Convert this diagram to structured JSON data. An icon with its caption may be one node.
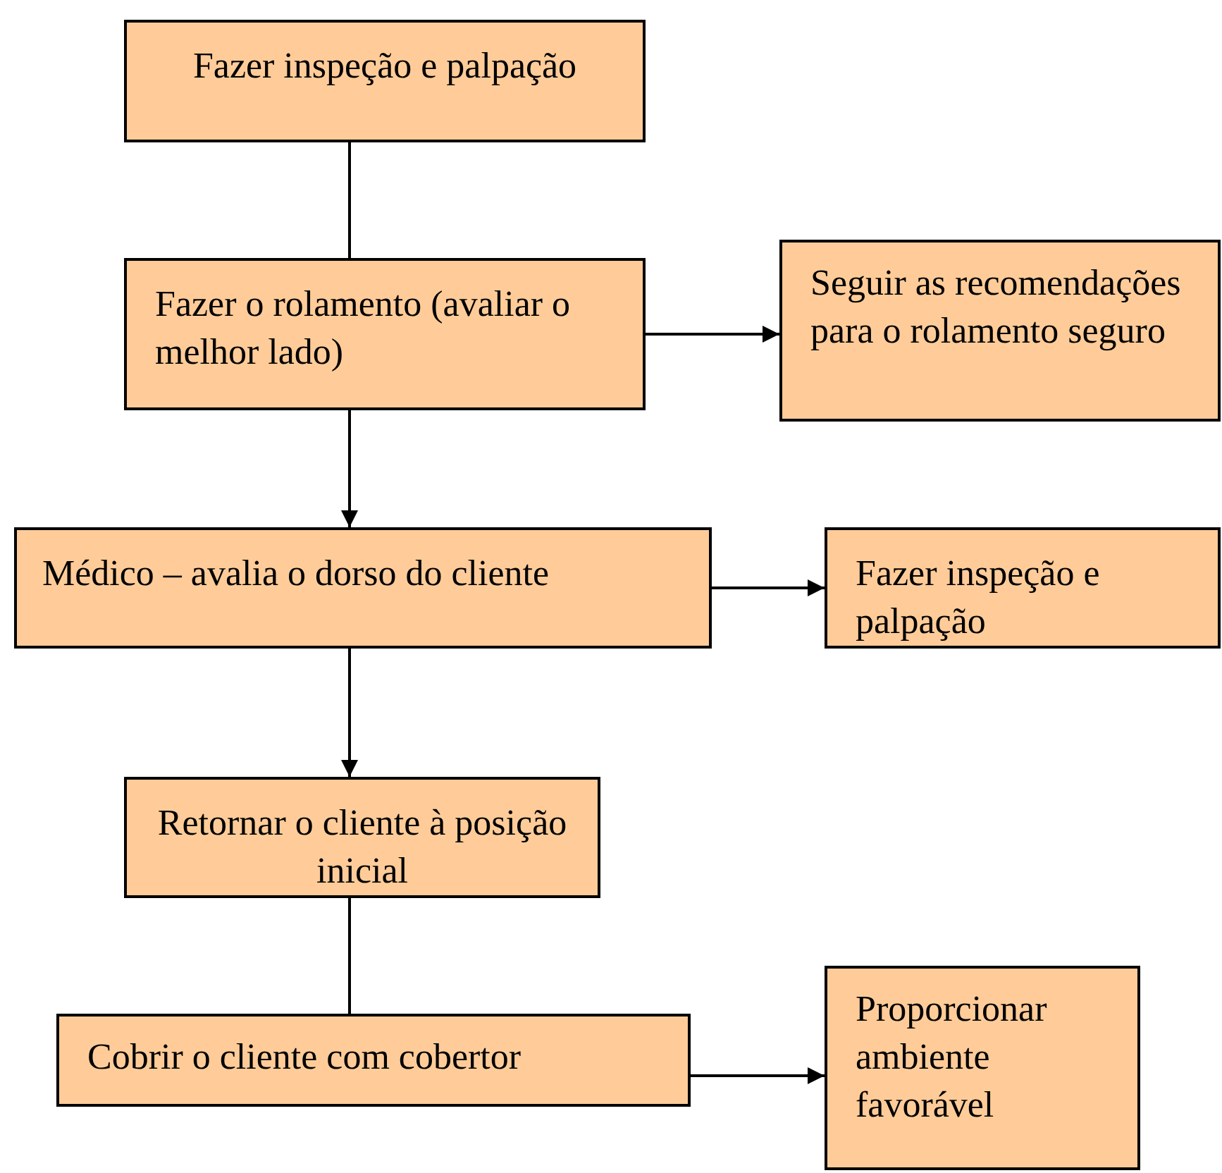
{
  "diagram": {
    "nodes": [
      {
        "text": [
          "Fazer inspeção e palpação"
        ]
      },
      {
        "text": [
          "Fazer o rolamento (avaliar o melhor lado)"
        ]
      },
      {
        "text": [
          "Seguir as recomendações para o rolamento seguro"
        ]
      },
      {
        "text": [
          "Médico – avalia o dorso do cliente"
        ]
      },
      {
        "text": [
          "Fazer inspeção e palpação"
        ]
      },
      {
        "text": [
          "Retornar o cliente à posição inicial"
        ]
      },
      {
        "text": [
          "Cobrir o cliente com cobertor"
        ]
      },
      {
        "text": [
          "Proporcionar ambiente favorável"
        ]
      }
    ],
    "edges": [
      {
        "from": 0,
        "to": 1,
        "arrow": "none"
      },
      {
        "from": 1,
        "to": 2,
        "arrow": "to"
      },
      {
        "from": 1,
        "to": 3,
        "arrow": "to"
      },
      {
        "from": 3,
        "to": 4,
        "arrow": "to"
      },
      {
        "from": 3,
        "to": 5,
        "arrow": "to"
      },
      {
        "from": 5,
        "to": 6,
        "arrow": "none"
      },
      {
        "from": 6,
        "to": 7,
        "arrow": "to"
      }
    ]
  }
}
